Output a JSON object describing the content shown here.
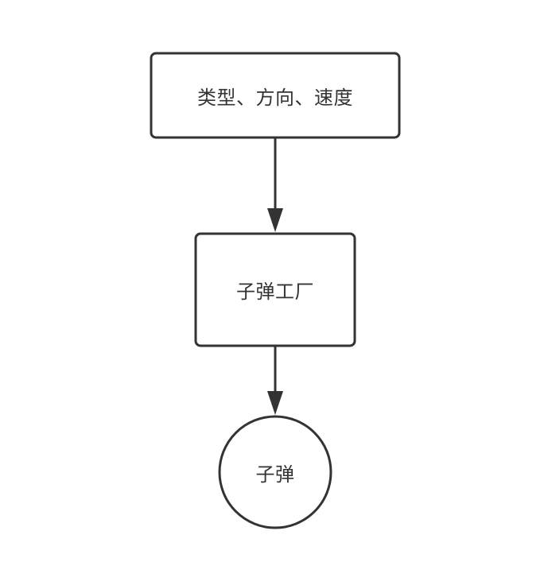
{
  "diagram": {
    "nodes": [
      {
        "id": "input",
        "shape": "rounded-rect",
        "label": "类型、方向、速度"
      },
      {
        "id": "factory",
        "shape": "rounded-rect",
        "label": "子弹工厂"
      },
      {
        "id": "bullet",
        "shape": "circle",
        "label": "子弹"
      }
    ],
    "edges": [
      {
        "from": "input",
        "to": "factory"
      },
      {
        "from": "factory",
        "to": "bullet"
      }
    ],
    "colors": {
      "stroke": "#333333",
      "fill": "#ffffff",
      "text": "#333333"
    }
  }
}
